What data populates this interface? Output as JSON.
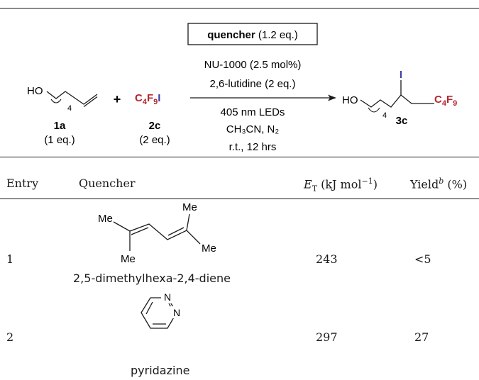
{
  "scheme": {
    "quencher_bold": "quencher",
    "quencher_eq": " (1.2 eq.)",
    "conditions": [
      "NU-1000 (2.5 mol%)",
      "2,6-lutidine (2 eq.)"
    ],
    "conditions_below": [
      "405 nm LEDs",
      "CH₃CN, N₂",
      "r.t., 12 hrs"
    ],
    "reactant1": {
      "label": "1a",
      "eq": "(1 eq.)",
      "group": "HO",
      "sub": "4"
    },
    "reactant2": {
      "label": "2c",
      "eq": "(2 eq.)",
      "formula": "C₄F₉",
      "iodine": "I"
    },
    "plus": "+",
    "product": {
      "label": "3c",
      "group": "HO",
      "sub": "4",
      "iodine": "I",
      "formula": "C₄F₉"
    }
  },
  "table": {
    "headers": {
      "entry": "Entry",
      "quencher": "Quencher",
      "et_sym": "E",
      "et_sub": "T",
      "et_units": " (kJ mol",
      "et_exp": "−1",
      "et_close": ")",
      "yield": "Yield",
      "yield_sup": "b",
      "yield_units": " (%)"
    },
    "rows": [
      {
        "entry": "1",
        "name": "2,5-dimethylhexa-2,4-diene",
        "et": "243",
        "yield": "<5",
        "me": "Me"
      },
      {
        "entry": "2",
        "name": "pyridazine",
        "et": "297",
        "yield": "27",
        "n": "N"
      }
    ]
  },
  "colors": {
    "accent": "#b5262d",
    "iodine": "#3d3fa8"
  }
}
